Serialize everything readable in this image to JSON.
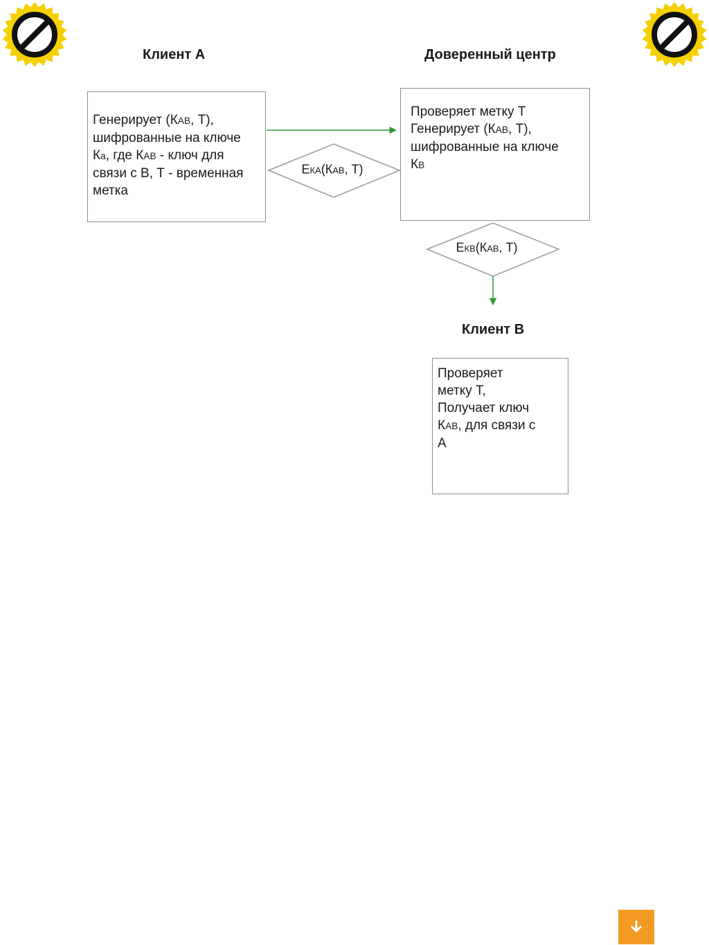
{
  "diagram": {
    "nodes": {
      "client_a": {
        "heading": "Клиент А",
        "lines": [
          [
            "Генерирует (К",
            {
              "s": "АВ"
            },
            ", Т),"
          ],
          [
            "шифрованные на ключе"
          ],
          [
            "К",
            {
              "s": "а"
            },
            ", где К",
            {
              "s": "АВ"
            },
            " - ключ для"
          ],
          [
            "связи с В, Т - временная"
          ],
          [
            "метка"
          ]
        ]
      },
      "trusted_center": {
        "heading": "Доверенный центр",
        "lines": [
          [
            "Проверяет метку Т"
          ],
          [
            "Генерирует (К",
            {
              "s": "АВ"
            },
            ", Т),"
          ],
          [
            "шифрованные на ключе"
          ],
          [
            "К",
            {
              "s": "В"
            }
          ]
        ]
      },
      "client_b": {
        "heading": "Клиент В",
        "lines": [
          [
            "Проверяет"
          ],
          [
            "метку Т,"
          ],
          [
            "Получает ключ"
          ],
          [
            "К",
            {
              "s": "АВ"
            },
            ", для связи с"
          ],
          [
            "А"
          ]
        ]
      }
    },
    "decisions": {
      "msg_a_to_center": [
        "Е",
        {
          "s": "КА"
        },
        "(К",
        {
          "s": "АВ"
        },
        ", Т)"
      ],
      "msg_center_to_b": [
        "Е",
        {
          "s": "КВ"
        },
        "(К",
        {
          "s": "АВ"
        },
        ", Т)"
      ]
    },
    "edges": [
      {
        "from": "client_a",
        "to": "trusted_center",
        "color": "#2e9a3a"
      },
      {
        "from": "trusted_center",
        "to": "client_b",
        "color": "#2e9a3a"
      }
    ]
  },
  "badges": [
    {
      "icon": "prohibited-icon",
      "color_fill": "#f5d000",
      "color_ring": "#111111"
    },
    {
      "icon": "prohibited-icon",
      "color_fill": "#f5d000",
      "color_ring": "#111111"
    }
  ],
  "download_button": {
    "icon": "download-arrow-icon",
    "color": "#f39b22"
  }
}
